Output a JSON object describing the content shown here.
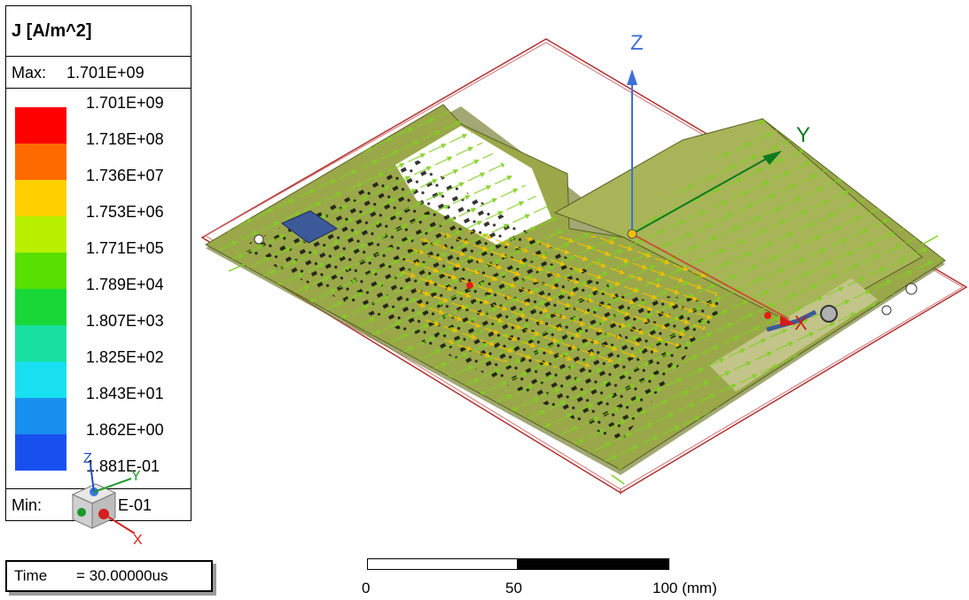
{
  "legend": {
    "title": "J [A/m^2]",
    "max_label": "Max:",
    "max_value": "1.701E+09",
    "min_label": "Min:",
    "min_value": "E-01",
    "ticks": [
      "1.701E+09",
      "1.718E+08",
      "1.736E+07",
      "1.753E+06",
      "1.771E+05",
      "1.789E+04",
      "1.807E+03",
      "1.825E+02",
      "1.843E+01",
      "1.862E+00",
      "1.881E-01"
    ],
    "band_colors": [
      "#ff0000",
      "#ff6a00",
      "#ffd000",
      "#b8f000",
      "#58e000",
      "#18d838",
      "#18e0a0",
      "#18e0f0",
      "#1890f0",
      "#1850f0",
      "#0000ff"
    ]
  },
  "time": {
    "label": "Time",
    "value": "= 30.00000us"
  },
  "scale": {
    "labels": [
      "0",
      "50",
      "100 (mm)"
    ]
  },
  "axes": {
    "z": "Z",
    "y": "Y",
    "x": "X"
  },
  "triad": {
    "z": "Z",
    "y": "Y",
    "x": "X"
  },
  "colors": {
    "board": "#9aa84a",
    "board_edge": "#6f7a28",
    "bbox": "#b03030",
    "z_axis": "#3f6fd8",
    "y_axis": "#0b7a1f",
    "x_axis": "#d41a1a",
    "vector_green": "#7fd020",
    "vector_yellow": "#f0c000"
  }
}
